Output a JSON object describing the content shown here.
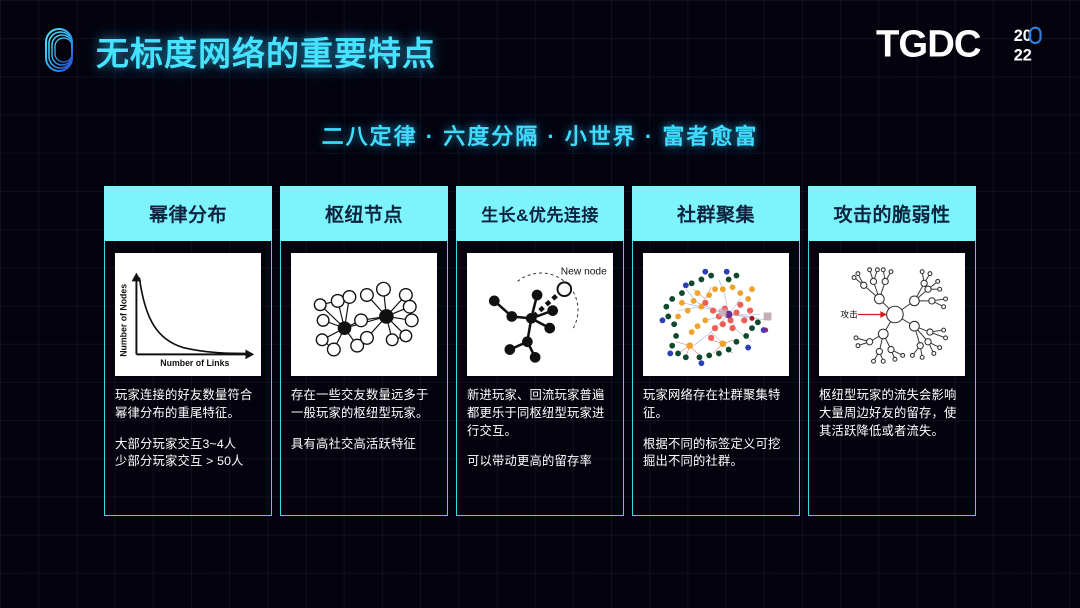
{
  "slide": {
    "title": "无标度网络的重要特点",
    "subtitle": "二八定律 · 六度分隔 · 小世界 · 富者愈富",
    "brand": {
      "logo_text": "TGDC",
      "year_top": "20",
      "year_bottom": "22",
      "mark": "capsule-rings-icon"
    },
    "colors": {
      "background": "#04030d",
      "accent_cyan": "#45e3ff",
      "header_fill": "#7df4fb",
      "header_text": "#0c2340",
      "card_border": "#37d6ea",
      "body_text": "#ffffff"
    }
  },
  "cards": [
    {
      "id": "power-law",
      "title": "幂律分布",
      "figure": {
        "name": "power-law-curve-chart",
        "xlabel": "Number of Links",
        "ylabel": "Number of Nodes",
        "caption": ""
      },
      "paragraphs": [
        "玩家连接的好友数量符合幂律分布的重尾特征。",
        "大部分玩家交互3~4人\n少部分玩家交互 > 50人"
      ]
    },
    {
      "id": "hub-nodes",
      "title": "枢纽节点",
      "figure": {
        "name": "hub-network-diagram",
        "xlabel": "",
        "ylabel": "",
        "caption": ""
      },
      "paragraphs": [
        "存在一些交友数量远多于一般玩家的枢纽型玩家。",
        "具有高社交高活跃特征"
      ]
    },
    {
      "id": "growth-preferential-attachment",
      "title": "生长&优先连接",
      "figure": {
        "name": "preferential-attachment-diagram",
        "xlabel": "",
        "ylabel": "",
        "caption": "New node"
      },
      "paragraphs": [
        "新进玩家、回流玩家普遍都更乐于同枢纽型玩家进行交互。",
        "可以带动更高的留存率"
      ]
    },
    {
      "id": "community-clustering",
      "title": "社群聚集",
      "figure": {
        "name": "community-cluster-graph",
        "xlabel": "",
        "ylabel": "",
        "caption": ""
      },
      "paragraphs": [
        "玩家网络存在社群聚集特征。",
        "根据不同的标签定义可挖掘出不同的社群。"
      ]
    },
    {
      "id": "attack-vulnerability",
      "title": "攻击的脆弱性",
      "figure": {
        "name": "attack-vulnerability-tree",
        "xlabel": "",
        "ylabel": "",
        "caption": "攻击"
      },
      "paragraphs": [
        "枢纽型玩家的流失会影响大量周边好友的留存，使其活跃降低或者流失。"
      ]
    }
  ]
}
